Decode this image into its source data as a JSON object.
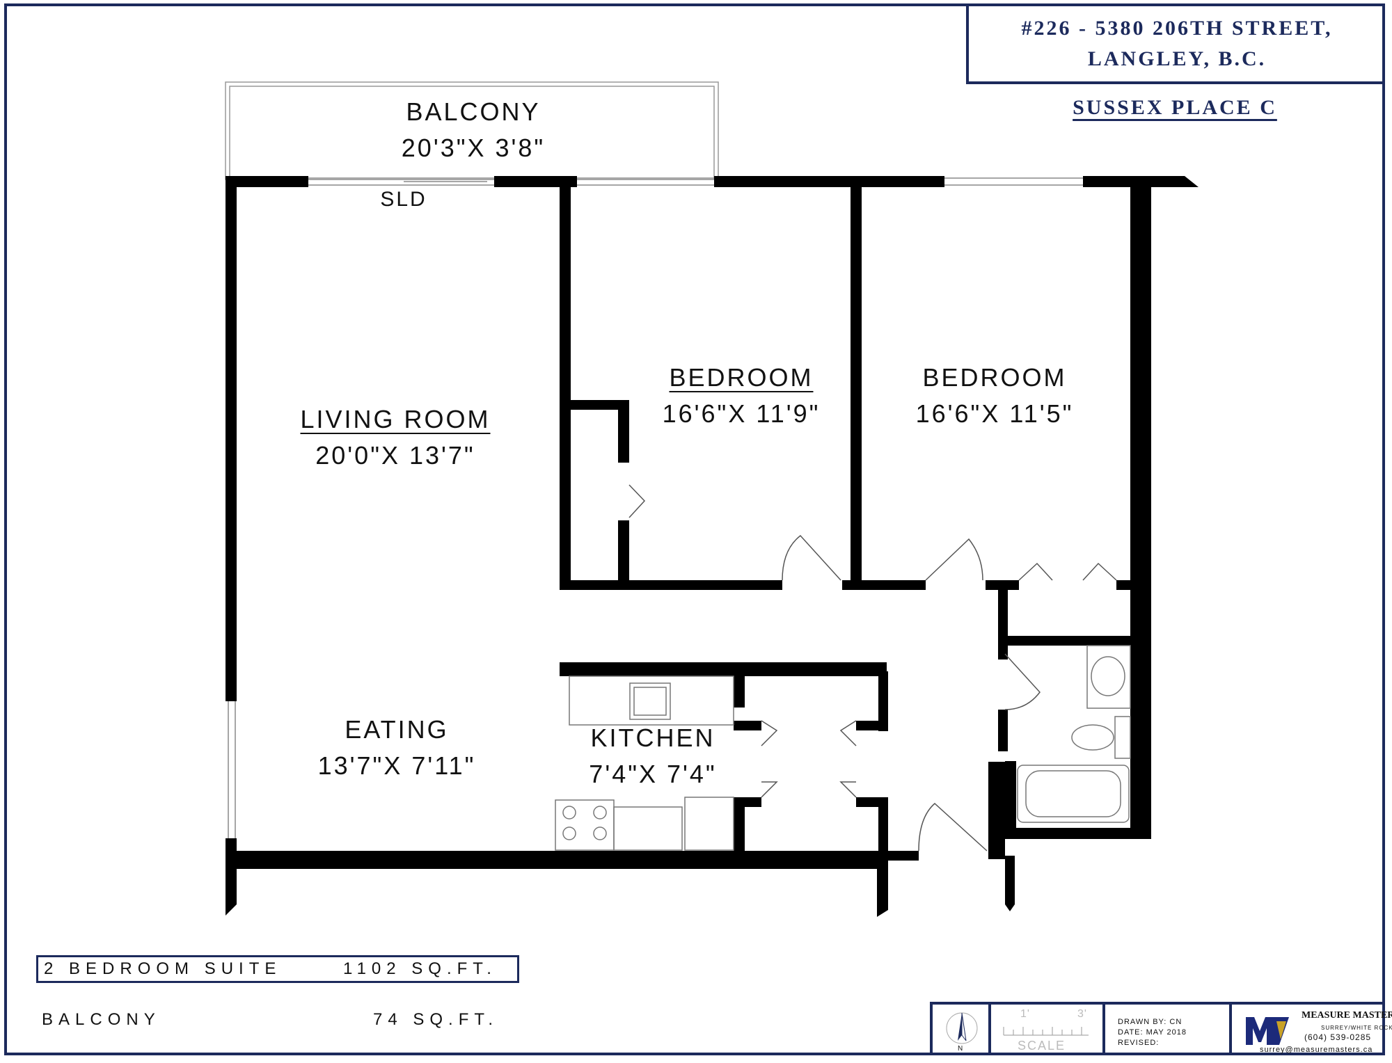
{
  "address": {
    "line1": "#226 - 5380 206TH STREET,",
    "line2": "LANGLEY, B.C."
  },
  "plan_name": "SUSSEX PLACE C",
  "rooms": {
    "balcony": {
      "name": "BALCONY",
      "dims": "20'3\"X 3'8\""
    },
    "sld": "SLD",
    "living": {
      "name": "LIVING ROOM",
      "dims": "20'0\"X 13'7\""
    },
    "bedroom1": {
      "name": "BEDROOM",
      "dims": "16'6\"X 11'9\""
    },
    "bedroom2": {
      "name": "BEDROOM",
      "dims": "16'6\"X 11'5\""
    },
    "eating": {
      "name": "EATING",
      "dims": "13'7\"X 7'11\""
    },
    "kitchen": {
      "name": "KITCHEN",
      "dims": "7'4\"X 7'4\""
    }
  },
  "areas": {
    "suite": {
      "label": "2 BEDROOM SUITE",
      "value": "1102 SQ.FT."
    },
    "balcony": {
      "label": "BALCONY",
      "value": "74 SQ.FT."
    }
  },
  "title_block": {
    "north": "N",
    "scale_1": "1'",
    "scale_3": "3'",
    "scale_label": "SCALE",
    "drawn_by": "DRAWN BY: CN",
    "date": "DATE: MAY 2018",
    "revised": "REVISED:",
    "company": "MEASURE MASTERS",
    "company_sub": "SURREY/WHITE ROCK",
    "phone": "(604) 539-0285",
    "email": "surrey@measuremasters.ca"
  },
  "colors": {
    "frame": "#1c2a5c",
    "wall": "#000000",
    "logo_blue": "#1c2a7a",
    "logo_gold": "#c9a227"
  }
}
